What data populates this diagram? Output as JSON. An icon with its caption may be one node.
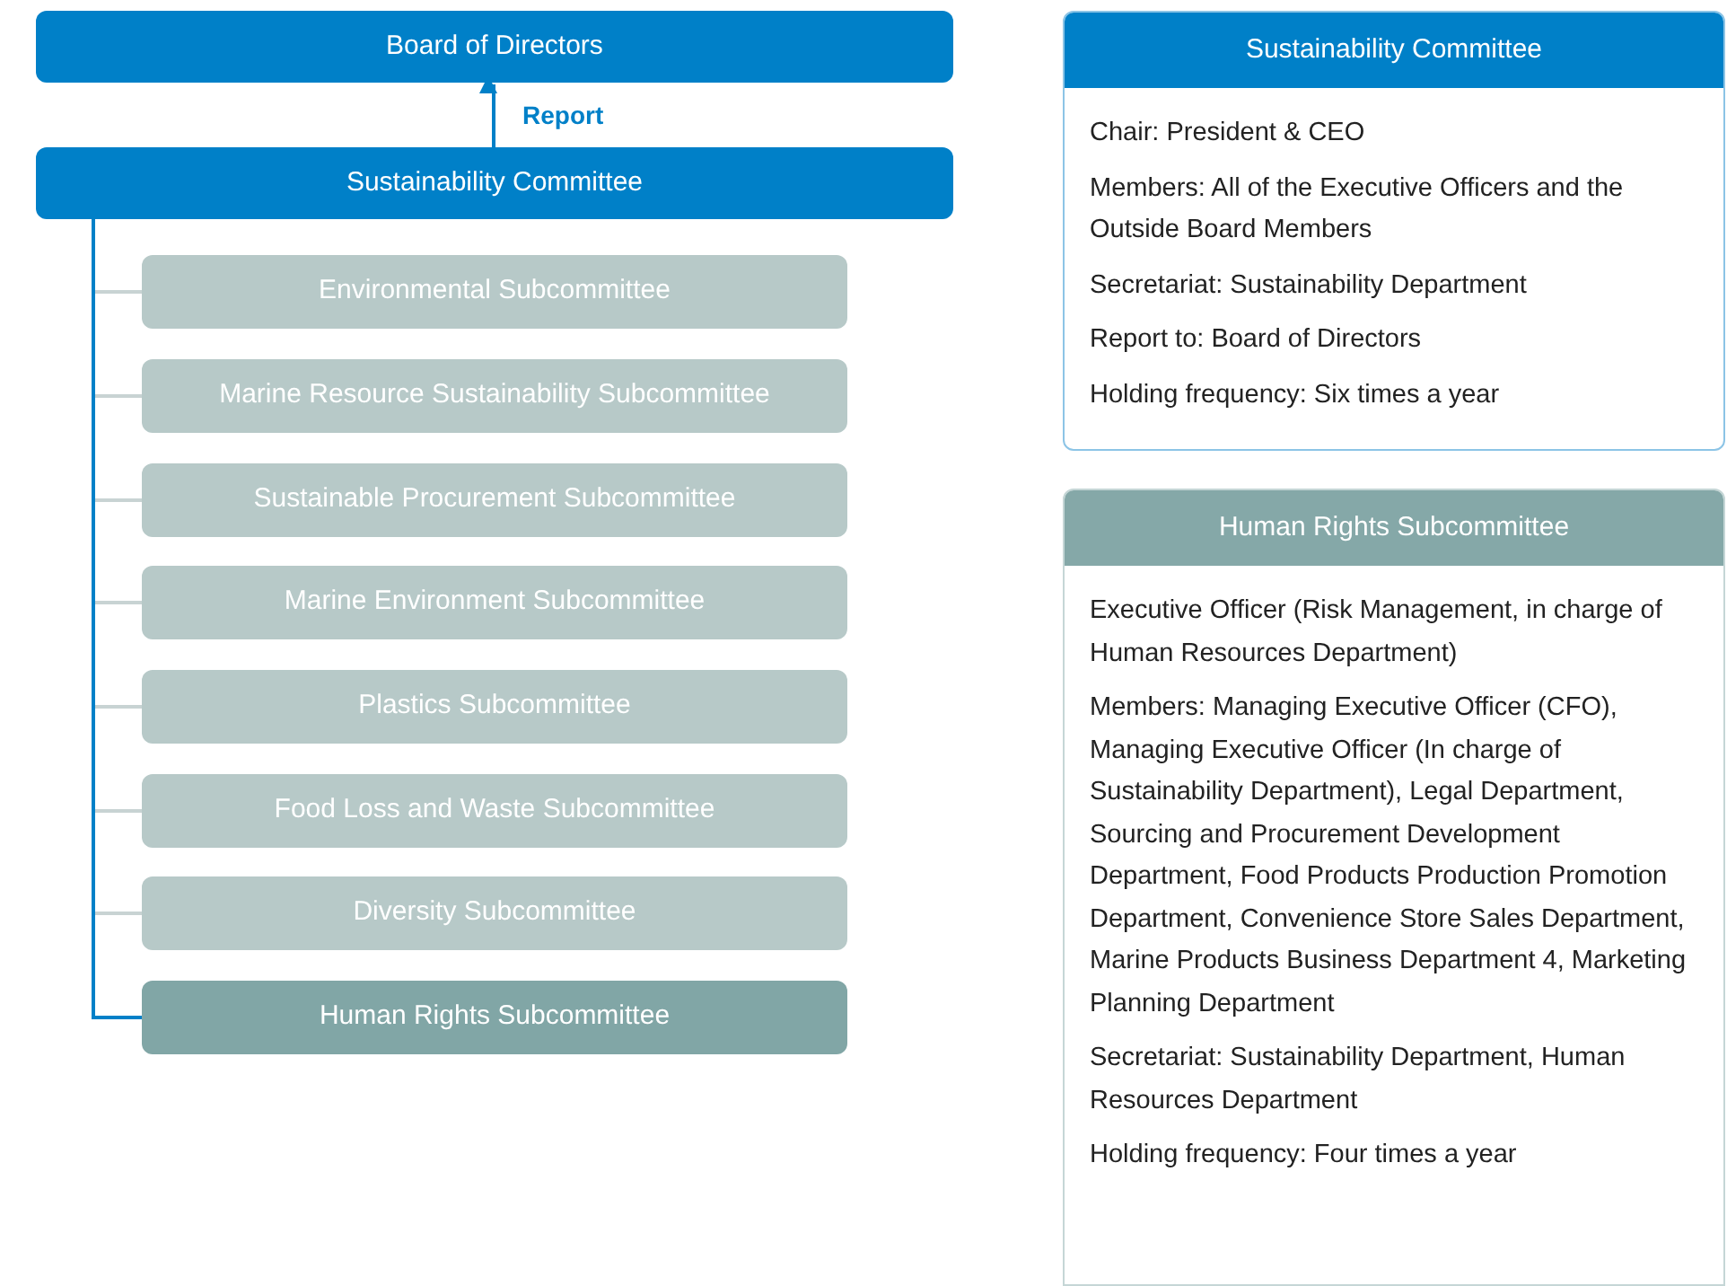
{
  "diagram": {
    "nodes": [
      {
        "text": [
          "Board of Directors"
        ]
      },
      {
        "text": [
          "Sustainability Committee"
        ]
      },
      {
        "text": [
          "Environmental Subcommittee"
        ]
      },
      {
        "text": [
          "Marine Resource Sustainability Subcommittee"
        ]
      },
      {
        "text": [
          "Sustainable Procurement Subcommittee"
        ]
      },
      {
        "text": [
          "Marine Environment Subcommittee"
        ]
      },
      {
        "text": [
          "Plastics Subcommittee"
        ]
      },
      {
        "text": [
          "Food Loss and Waste Subcommittee"
        ]
      },
      {
        "text": [
          "Diversity Subcommittee"
        ]
      },
      {
        "text": [
          "Human Rights Subcommittee"
        ]
      },
      {
        "text": [
          "Sustainability Committee",
          "Chair: President & CEO",
          "Members: All of the Executive Officers and the Outside Board Members",
          "Secretariat: Sustainability Department",
          "Report to: Board of Directors",
          "Holding frequency: Six times a year"
        ]
      },
      {
        "text": [
          "Human Rights Subcommittee",
          "Executive Officer (Risk Management, in charge of Human Resources Department)",
          "Members: Managing Executive Officer (CFO), Managing Executive Officer (In charge of Sustainability Department), Legal Department, Sourcing and Procurement Development Department, Food Products Production Promotion Department, Convenience Store Sales Department, Marine Products Business Department 4, Marketing Planning Department",
          "Secretariat: Sustainability Department, Human Resources Department",
          "Holding frequency: Four times a year"
        ]
      }
    ],
    "edges": [
      {
        "from": 1,
        "to": 0,
        "arrow": "to",
        "label": "Report",
        "color": "#0080c8"
      },
      {
        "from": 1,
        "to": 2,
        "arrow": "none"
      },
      {
        "from": 1,
        "to": 3,
        "arrow": "none"
      },
      {
        "from": 1,
        "to": 4,
        "arrow": "none"
      },
      {
        "from": 1,
        "to": 5,
        "arrow": "none"
      },
      {
        "from": 1,
        "to": 6,
        "arrow": "none"
      },
      {
        "from": 1,
        "to": 7,
        "arrow": "none"
      },
      {
        "from": 1,
        "to": 8,
        "arrow": "none"
      },
      {
        "from": 1,
        "to": 9,
        "arrow": "none",
        "color": "#0080c8"
      }
    ]
  }
}
